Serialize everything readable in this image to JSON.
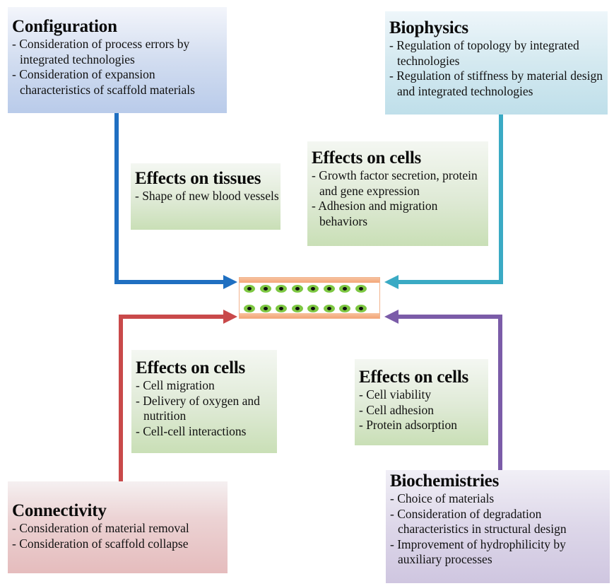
{
  "colors": {
    "configuration_arrow": "#1f6fc1",
    "biophysics_arrow": "#3aaac4",
    "connectivity_arrow": "#c9494a",
    "biochemistries_arrow": "#7b5ca8",
    "channel_wall": "#f3a678",
    "cell_body": "#7bc63f",
    "cell_nucleus": "#111111"
  },
  "configuration": {
    "title": "Configuration",
    "items": [
      "Consideration of process errors  by integrated technologies",
      "Consideration of expansion characteristics of scaffold materials"
    ]
  },
  "biophysics": {
    "title": "Biophysics",
    "items": [
      "Regulation of topology by integrated technologies",
      "Regulation of stiffness by material design and integrated technologies"
    ]
  },
  "connectivity": {
    "title": "Connectivity",
    "items": [
      "Consideration of material removal",
      "Consideration of scaffold collapse"
    ]
  },
  "biochemistries": {
    "title": "Biochemistries",
    "items": [
      "Choice of materials",
      "Consideration of degradation characteristics in structural design",
      "Improvement of hydrophilicity by auxiliary processes"
    ]
  },
  "effects_on_tissues": {
    "title": "Effects on tissues",
    "items": [
      "Shape of new blood vessels"
    ]
  },
  "effects_on_cells_biophysics": {
    "title": "Effects on cells",
    "items": [
      "Growth factor secretion, protein and gene expression",
      "Adhesion and migration behaviors"
    ]
  },
  "effects_on_cells_connectivity": {
    "title": "Effects on cells",
    "items": [
      "Cell migration",
      "Delivery of oxygen and nutrition",
      "Cell-cell interactions"
    ]
  },
  "effects_on_cells_biochemistries": {
    "title": "Effects on cells",
    "items": [
      "Cell viability",
      "Cell adhesion",
      "Protein adsorption"
    ]
  },
  "channel": {
    "rows": 2,
    "cells_per_row": 8
  }
}
